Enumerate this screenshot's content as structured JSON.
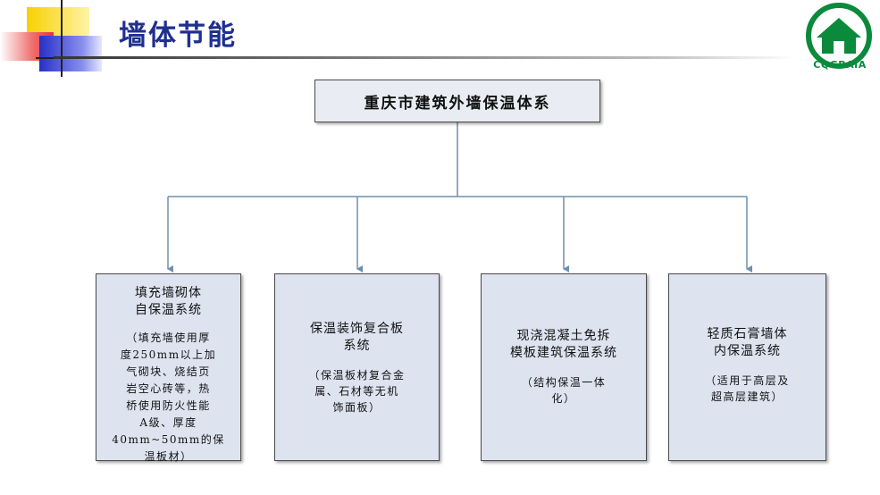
{
  "header": {
    "title": "墙体节能",
    "logo_text": "CQGBAIA"
  },
  "colors": {
    "title": "#1f2f8f",
    "logo_green": "#0b8a3c",
    "box_fill": "#dde4f0",
    "connector": "#6f8fb0"
  },
  "diagram": {
    "root": "重庆市建筑外墙保温体系",
    "children": [
      {
        "title_lines": [
          "填充墙砌体",
          "自保温系统"
        ],
        "detail_lines": [
          "（填充墙使用厚",
          "度250mm以上加",
          "气砌块、烧结页",
          "岩空心砖等，热",
          "桥使用防火性能",
          "A级、厚度",
          "40mm~50mm的保",
          "温板材）"
        ]
      },
      {
        "title_lines": [
          "保温装饰复合板",
          "系统"
        ],
        "detail_lines": [
          "（保温板材复合金",
          "属、石材等无机",
          "饰面板）"
        ]
      },
      {
        "title_lines": [
          "现浇混凝土免拆",
          "模板建筑保温系统"
        ],
        "detail_lines": [
          "（结构保温一体",
          "化）"
        ]
      },
      {
        "title_lines": [
          "轻质石膏墙体",
          "内保温系统"
        ],
        "detail_lines": [
          "（适用于高层及",
          "超高层建筑）"
        ]
      }
    ]
  }
}
